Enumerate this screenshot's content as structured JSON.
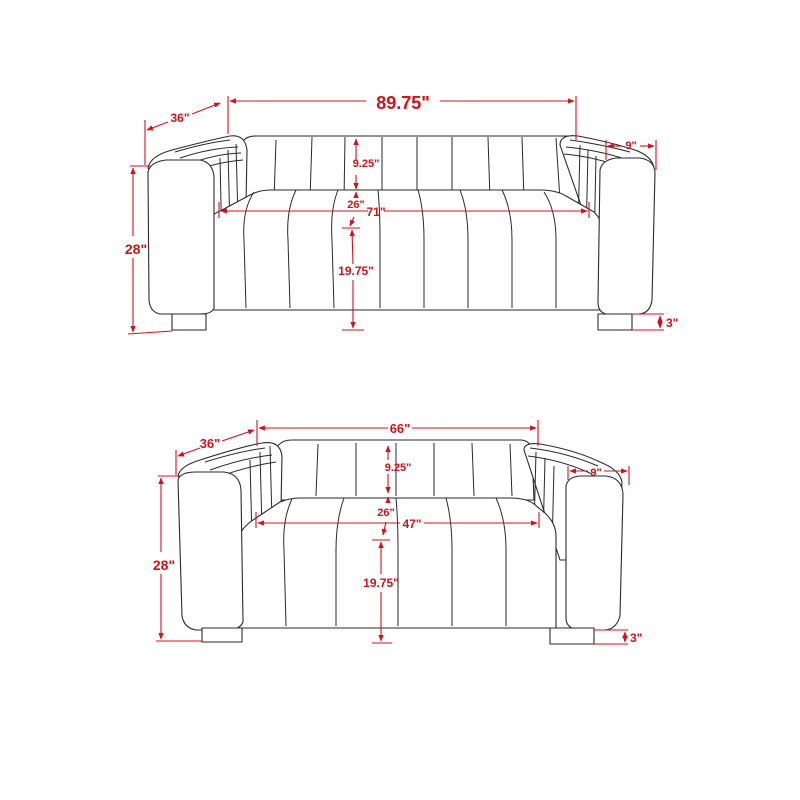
{
  "colors": {
    "dimension": "#d4101b",
    "outline": "#2a2a2a",
    "background": "#ffffff"
  },
  "sofa": {
    "name": "sofa-diagram",
    "overall_width": "89.75\"",
    "depth": "36\"",
    "height": "28\"",
    "arm_width": "9\"",
    "seat_width": "71\"",
    "seat_depth": "26\"",
    "back_height": "9.25\"",
    "seat_height": "19.75\"",
    "leg_height": "3\""
  },
  "loveseat": {
    "name": "loveseat-diagram",
    "overall_width": "66\"",
    "depth": "36\"",
    "height": "28\"",
    "arm_width": "9\"",
    "seat_width": "47\"",
    "seat_depth": "26\"",
    "back_height": "9.25\"",
    "seat_height": "19.75\"",
    "leg_height": "3\""
  }
}
